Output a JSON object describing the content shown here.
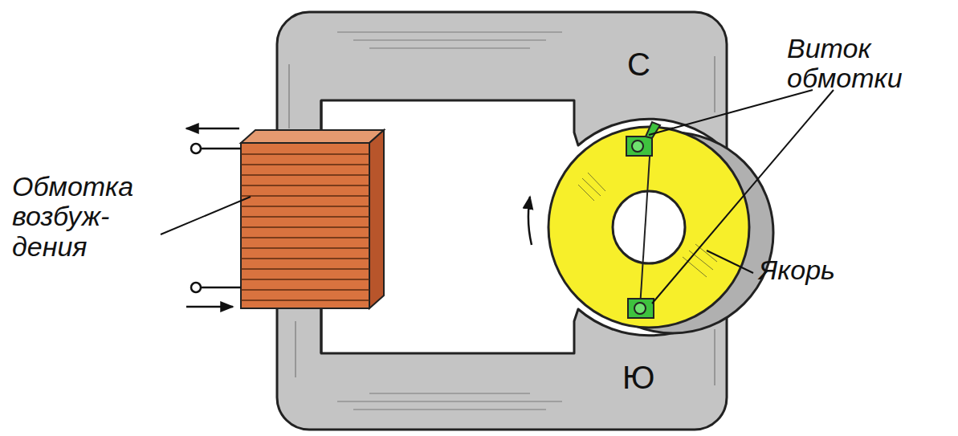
{
  "diagram": {
    "labels": [
      "Обмотка возбуж- дения",
      "С",
      "Ю",
      "Виток обмотки",
      "Якорь"
    ]
  }
}
